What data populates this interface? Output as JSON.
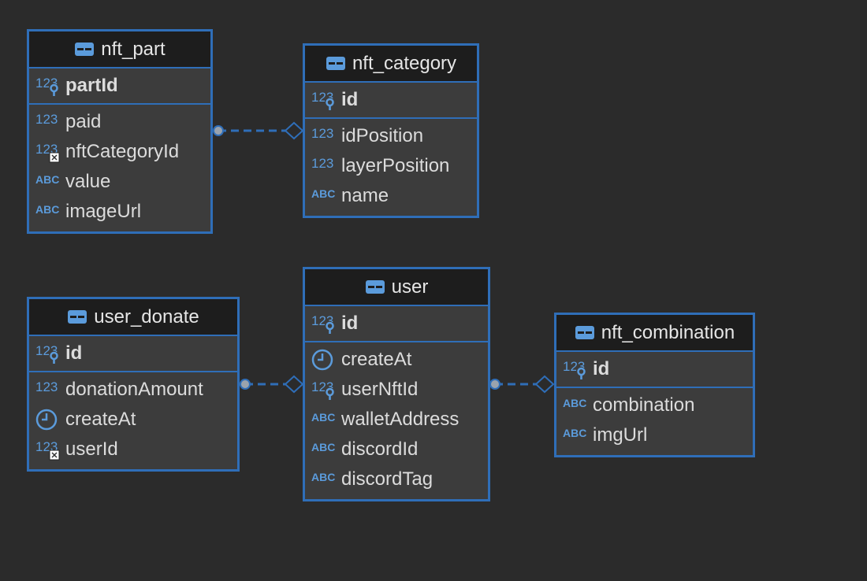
{
  "tables": {
    "nft_part": {
      "title": "nft_part",
      "pk": [
        {
          "name": "partId",
          "type": "num-key"
        }
      ],
      "cols": [
        {
          "name": "paid",
          "type": "num"
        },
        {
          "name": "nftCategoryId",
          "type": "num-fk"
        },
        {
          "name": "value",
          "type": "text"
        },
        {
          "name": "imageUrl",
          "type": "text"
        }
      ]
    },
    "nft_category": {
      "title": "nft_category",
      "pk": [
        {
          "name": "id",
          "type": "num-key"
        }
      ],
      "cols": [
        {
          "name": "idPosition",
          "type": "num"
        },
        {
          "name": "layerPosition",
          "type": "num"
        },
        {
          "name": "name",
          "type": "text"
        }
      ]
    },
    "user_donate": {
      "title": "user_donate",
      "pk": [
        {
          "name": "id",
          "type": "num-key"
        }
      ],
      "cols": [
        {
          "name": "donationAmount",
          "type": "num"
        },
        {
          "name": "createAt",
          "type": "time"
        },
        {
          "name": "userId",
          "type": "num-fk"
        }
      ]
    },
    "user": {
      "title": "user",
      "pk": [
        {
          "name": "id",
          "type": "num-key"
        }
      ],
      "cols": [
        {
          "name": "createAt",
          "type": "time"
        },
        {
          "name": "userNftId",
          "type": "num-key"
        },
        {
          "name": "walletAddress",
          "type": "text"
        },
        {
          "name": "discordId",
          "type": "text"
        },
        {
          "name": "discordTag",
          "type": "text"
        }
      ]
    },
    "nft_combination": {
      "title": "nft_combination",
      "pk": [
        {
          "name": "id",
          "type": "num-key"
        }
      ],
      "cols": [
        {
          "name": "combination",
          "type": "text"
        },
        {
          "name": "imgUrl",
          "type": "text"
        }
      ]
    }
  },
  "icons": {
    "table": "table-icon",
    "num": "numeric-type-icon",
    "num-key": "primary-key-icon",
    "num-fk": "foreign-key-icon",
    "text": "text-type-icon",
    "time": "clock-icon"
  },
  "links": [
    {
      "from": "nft_part",
      "to": "nft_category"
    },
    {
      "from": "user_donate",
      "to": "user"
    },
    {
      "from": "user",
      "to": "nft_combination"
    }
  ],
  "colors": {
    "accent": "#2f6eb8",
    "icon": "#5b9bdb",
    "background": "#2b2b2b",
    "header": "#1d1d1d",
    "body": "#3c3c3c",
    "text": "#dcdcdc"
  }
}
